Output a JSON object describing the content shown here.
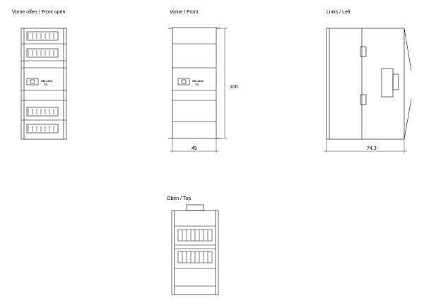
{
  "views": {
    "front_open": {
      "title": "Vorne offen / Front open"
    },
    "front": {
      "title": "Vorne / Front"
    },
    "left": {
      "title": "Links / Left"
    },
    "top": {
      "title": "Oben / Top"
    }
  },
  "dimensions": {
    "height": "100",
    "width_front": "45",
    "depth_left": "74.3"
  },
  "module": {
    "name": "SM 1231",
    "type": "TC"
  },
  "colors": {
    "line": "#000000",
    "paper": "#ffffff"
  }
}
